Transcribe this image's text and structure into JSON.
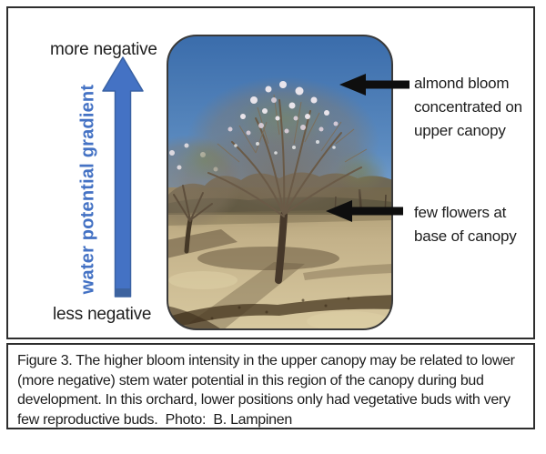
{
  "figure": {
    "gradient_scale": {
      "top_label": "more negative",
      "axis_label": "water potential gradient",
      "bottom_label": "less negative"
    },
    "annotations": {
      "upper": "almond bloom concentrated on upper canopy",
      "lower": "few flowers at base of canopy"
    },
    "photo_description": "almond orchard, bloom concentrated on upper canopy"
  },
  "caption": {
    "lines": [
      "Figure 3. The higher bloom intensity in the upper canopy may be related to lower",
      "(more negative) stem water potential in this region of the canopy during bud",
      "development. In this orchard, lower positions only had vegetative buds with very",
      "few reproductive buds.  Photo:  B. Lampinen"
    ]
  },
  "colors": {
    "accent_blue": "#4472C4",
    "arrow_black": "#111111",
    "border_dark": "#2e2e2e"
  }
}
